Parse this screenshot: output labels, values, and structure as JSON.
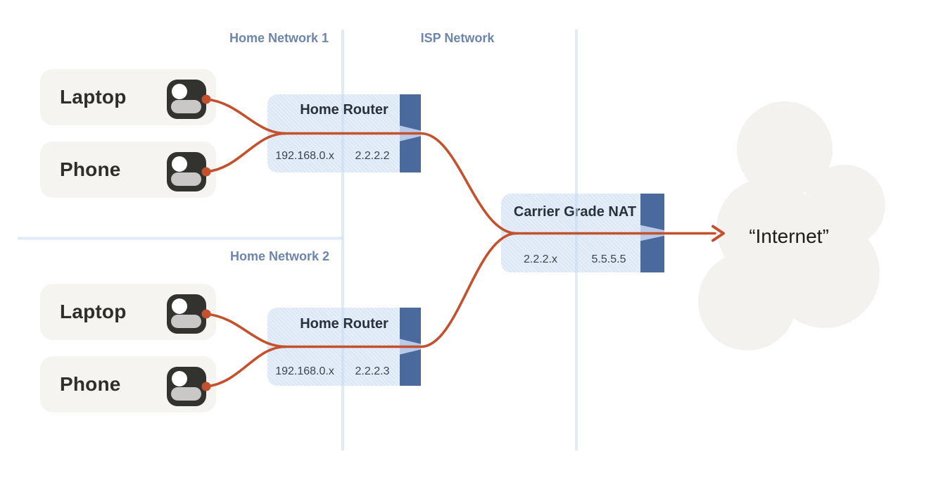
{
  "sections": {
    "home_network_1": {
      "label": "Home Network 1"
    },
    "home_network_2": {
      "label": "Home Network 2"
    },
    "isp_network": {
      "label": "ISP Network"
    }
  },
  "devices": [
    {
      "id": "laptop-1",
      "label": "Laptop",
      "network": "Home Network 1",
      "icon": "user-device-icon"
    },
    {
      "id": "phone-1",
      "label": "Phone",
      "network": "Home Network 1",
      "icon": "user-device-icon"
    },
    {
      "id": "laptop-2",
      "label": "Laptop",
      "network": "Home Network 2",
      "icon": "user-device-icon"
    },
    {
      "id": "phone-2",
      "label": "Phone",
      "network": "Home Network 2",
      "icon": "user-device-icon"
    }
  ],
  "routers": [
    {
      "id": "home-router-1",
      "title": "Home Router",
      "lan_ip": "192.168.0.x",
      "wan_ip": "2.2.2.2"
    },
    {
      "id": "home-router-2",
      "title": "Home Router",
      "lan_ip": "192.168.0.x",
      "wan_ip": "2.2.2.3"
    }
  ],
  "nat": {
    "title": "Carrier Grade NAT",
    "lan_ip": "2.2.2.x",
    "wan_ip": "5.5.5.5"
  },
  "internet": {
    "label": "“Internet”"
  },
  "connections": [
    {
      "from": "Laptop (Home Network 1)",
      "to": "Home Router 1"
    },
    {
      "from": "Phone (Home Network 1)",
      "to": "Home Router 1"
    },
    {
      "from": "Laptop (Home Network 2)",
      "to": "Home Router 2"
    },
    {
      "from": "Phone (Home Network 2)",
      "to": "Home Router 2"
    },
    {
      "from": "Home Router 1 (2.2.2.2)",
      "to": "Carrier Grade NAT"
    },
    {
      "from": "Home Router 2 (2.2.2.3)",
      "to": "Carrier Grade NAT"
    },
    {
      "from": "Carrier Grade NAT (5.5.5.5)",
      "to": "“Internet”"
    }
  ],
  "colors": {
    "accent_red": "#c3512e",
    "node_fill": "#dce8f5",
    "node_bar": "#4a6a9e",
    "node_wedge": "#b9c9e8",
    "section_label": "#6e85ab",
    "boundary_line": "#e7eff8",
    "device_box": "#f5f4f1",
    "icon_dark": "#32322f",
    "cloud": "#f4f2ef"
  }
}
